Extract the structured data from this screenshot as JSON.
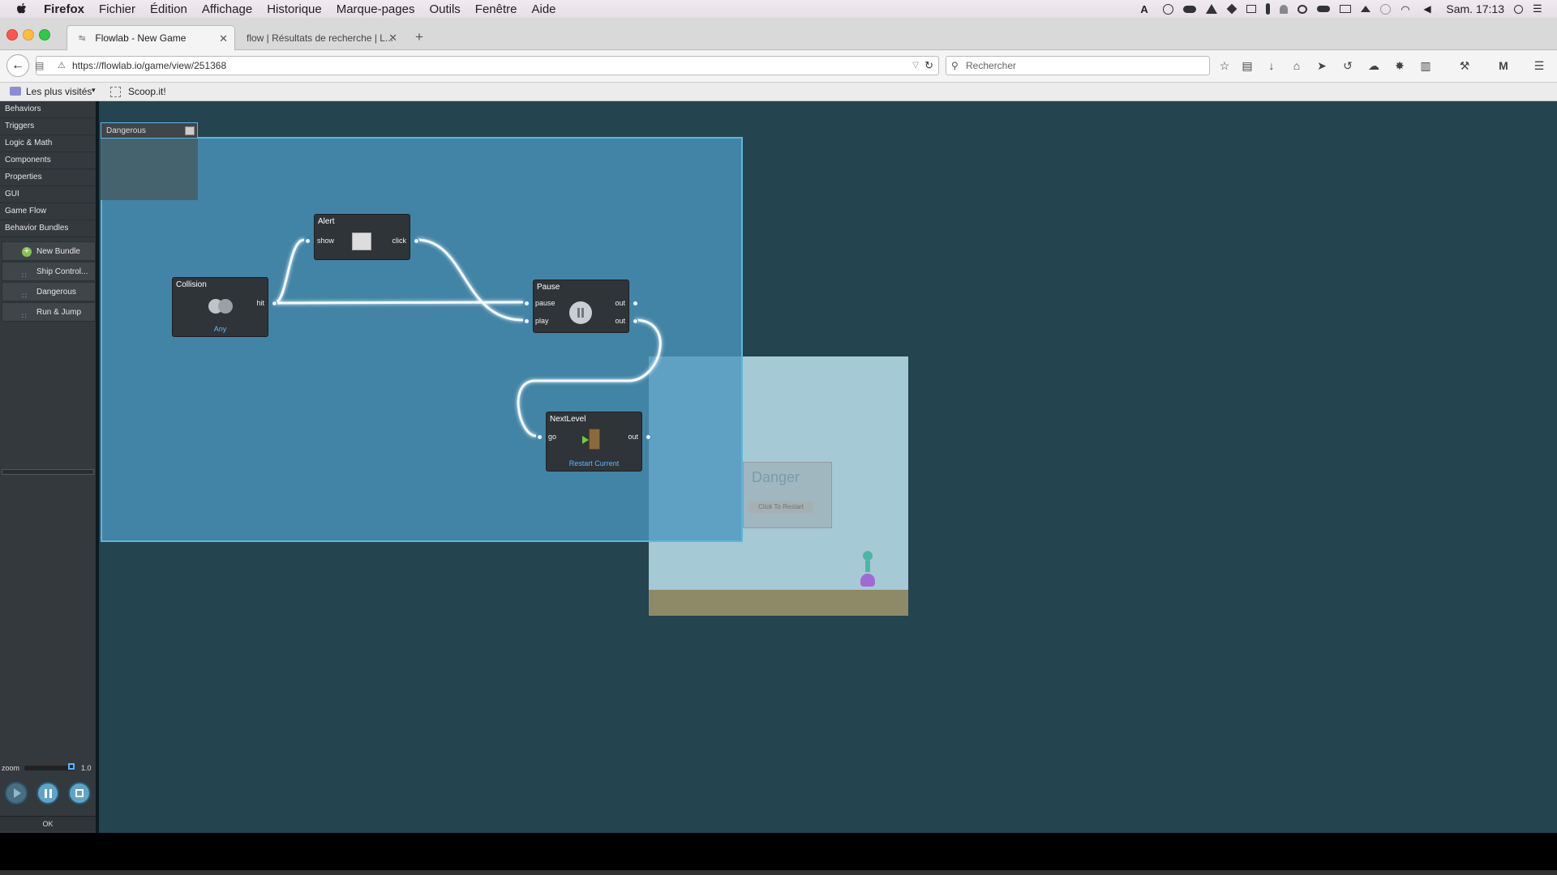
{
  "menubar": {
    "app": "Firefox",
    "items": [
      "Fichier",
      "Édition",
      "Affichage",
      "Historique",
      "Marque-pages",
      "Outils",
      "Fenêtre",
      "Aide"
    ],
    "clock": "Sam. 17:13"
  },
  "tabs": [
    {
      "label": "Flowlab - New Game",
      "active": true
    },
    {
      "label": "flow | Résultats de recherche | L..."
    }
  ],
  "address_bar": {
    "url": "https://flowlab.io/game/view/251368"
  },
  "search_bar": {
    "placeholder": "Rechercher"
  },
  "bookmarks": {
    "items": [
      {
        "label": "Les plus visités"
      },
      {
        "label": "Scoop.it!"
      }
    ]
  },
  "sidebar": {
    "categories": [
      "Behaviors",
      "Triggers",
      "Logic & Math",
      "Components",
      "Properties",
      "GUI",
      "Game Flow",
      "Behavior Bundles"
    ],
    "new_bundle": "New Bundle",
    "bundles": [
      "Ship Control...",
      "Dangerous",
      "Run & Jump"
    ],
    "zoom_label": "zoom",
    "zoom_value": "1.0",
    "ok_label": "OK"
  },
  "bundle_panel": {
    "title": "Dangerous"
  },
  "nodes": {
    "collision": {
      "title": "Collision",
      "out_port": "hit",
      "link": "Any"
    },
    "alert": {
      "title": "Alert",
      "in_port": "show",
      "out_port": "click"
    },
    "pause": {
      "title": "Pause",
      "in_ports": [
        "pause",
        "play"
      ],
      "out_ports": [
        "out",
        "out"
      ]
    },
    "nextlevel": {
      "title": "NextLevel",
      "in_port": "go",
      "out_port": "out",
      "link": "Restart Current"
    }
  },
  "game_overlay": {
    "title": "Danger",
    "button": "Click To Restart"
  },
  "colors": {
    "canvas": "#244450",
    "bundle_panel": "#4a96be",
    "wire": "#ffffff",
    "accent": "#5db8ff"
  }
}
